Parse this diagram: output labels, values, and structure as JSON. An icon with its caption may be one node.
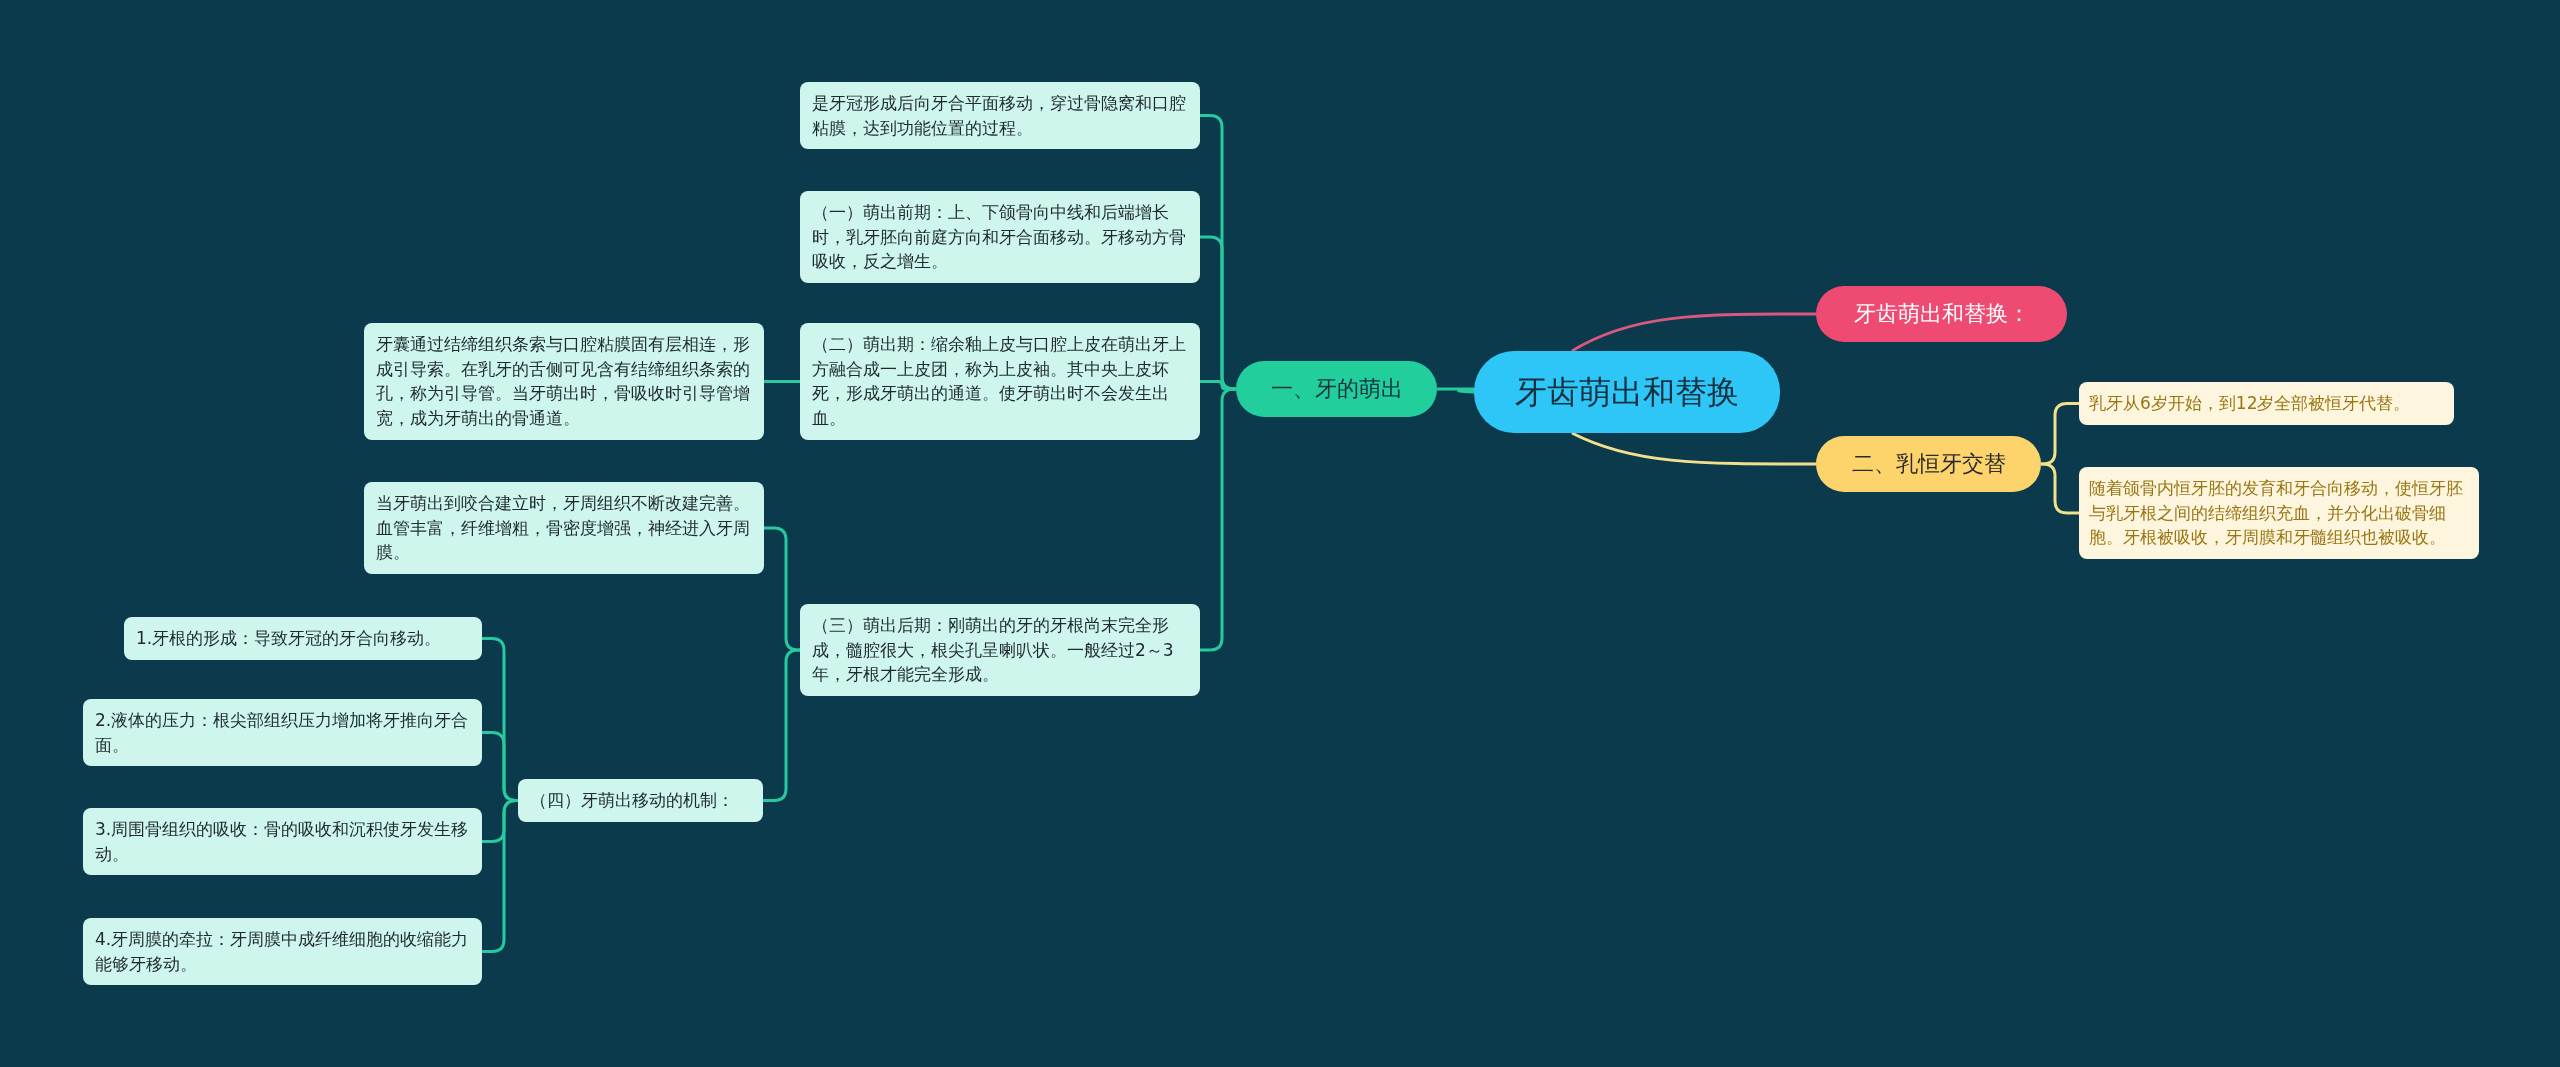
{
  "diagram": {
    "nodes": [
      {
        "text": [
          "牙齿萌出和替换"
        ]
      },
      {
        "text": [
          "牙齿萌出和替换："
        ]
      },
      {
        "text": [
          "一、牙的萌出"
        ]
      },
      {
        "text": [
          "二、乳恒牙交替"
        ]
      },
      {
        "text": [
          "是牙冠形成后向牙合平面移动，穿过骨隐窝和口腔粘膜，达到功能位置的过程。"
        ]
      },
      {
        "text": [
          "（一）萌出前期：上、下颌骨向中线和后端增长时，乳牙胚向前庭方向和牙合面移动。牙移动方骨吸收，反之增生。"
        ]
      },
      {
        "text": [
          "牙囊通过结缔组织条索与口腔粘膜固有层相连，形成引导索。在乳牙的舌侧可见含有结缔组织条索的孔，称为引导管。当牙萌出时，骨吸收时引导管增宽，成为牙萌出的骨通道。"
        ]
      },
      {
        "text": [
          "（二）萌出期：缩余釉上皮与口腔上皮在萌出牙上方融合成一上皮团，称为上皮袖。其中央上皮坏死，形成牙萌出的通道。使牙萌出时不会发生出血。"
        ]
      },
      {
        "text": [
          "乳牙从6岁开始，到12岁全部被恒牙代替。"
        ]
      },
      {
        "text": [
          "随着颌骨内恒牙胚的发育和牙合向移动，使恒牙胚与乳牙根之间的结缔组织充血，并分化出破骨细胞。牙根被吸收，牙周膜和牙髓组织也被吸收。"
        ]
      },
      {
        "text": [
          "当牙萌出到咬合建立时，牙周组织不断改建完善。血管丰富，纤维增粗，骨密度增强，神经进入牙周膜。"
        ]
      },
      {
        "text": [
          "1.牙根的形成：导致牙冠的牙合向移动。"
        ]
      },
      {
        "text": [
          "（三）萌出后期：刚萌出的牙的牙根尚末完全形成，髓腔很大，根尖孔呈喇叭状。一般经过2～3年，牙根才能完全形成。"
        ]
      },
      {
        "text": [
          "2.液体的压力：根尖部组织压力增加将牙推向牙合面。"
        ]
      },
      {
        "text": [
          "（四）牙萌出移动的机制："
        ]
      },
      {
        "text": [
          "3.周围骨组织的吸收：骨的吸收和沉积使牙发生移动。"
        ]
      },
      {
        "text": [
          "4.牙周膜的牵拉：牙周膜中成纤维细胞的收缩能力能够牙移动。"
        ]
      }
    ],
    "edges": [
      {
        "from": 0,
        "to": 1,
        "arrow": "none",
        "color": "#d8587f"
      },
      {
        "from": 0,
        "to": 2,
        "arrow": "none"
      },
      {
        "from": 0,
        "to": 3,
        "arrow": "none",
        "color": "#f3e08c"
      },
      {
        "from": 2,
        "to": 4,
        "arrow": "none"
      },
      {
        "from": 2,
        "to": 5,
        "arrow": "none"
      },
      {
        "from": 2,
        "to": 7,
        "arrow": "none"
      },
      {
        "from": 2,
        "to": 12,
        "arrow": "none"
      },
      {
        "from": 7,
        "to": 6,
        "arrow": "none"
      },
      {
        "from": 12,
        "to": 10,
        "arrow": "none"
      },
      {
        "from": 12,
        "to": 14,
        "arrow": "none"
      },
      {
        "from": 14,
        "to": 11,
        "arrow": "none"
      },
      {
        "from": 14,
        "to": 13,
        "arrow": "none"
      },
      {
        "from": 14,
        "to": 15,
        "arrow": "none"
      },
      {
        "from": 14,
        "to": 16,
        "arrow": "none"
      },
      {
        "from": 3,
        "to": 8,
        "arrow": "none",
        "color": "#f3e08c"
      },
      {
        "from": 3,
        "to": 9,
        "arrow": "none",
        "color": "#f3e08c"
      }
    ]
  }
}
